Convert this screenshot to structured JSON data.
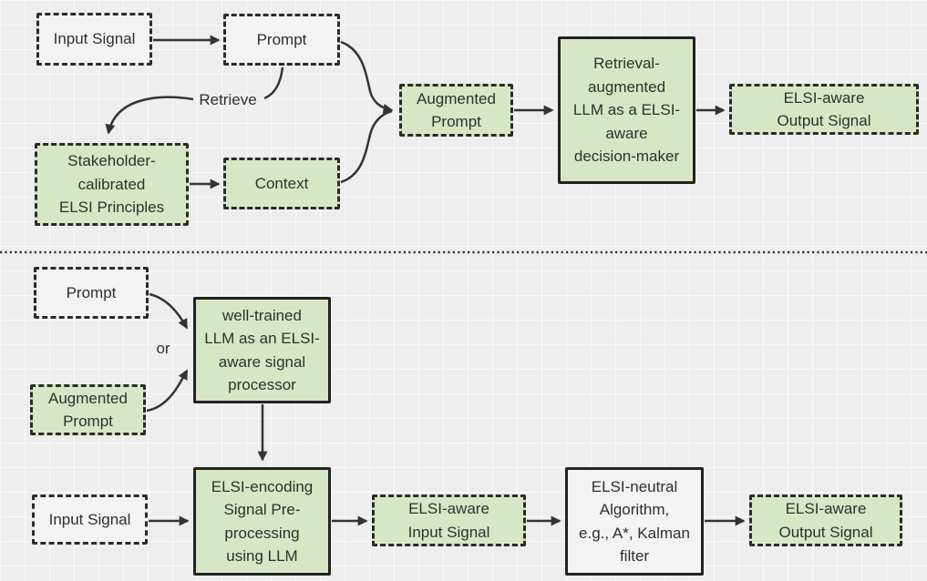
{
  "style": {
    "background": "#eeeeee",
    "grid_line": "rgba(255,255,255,0.65)",
    "node_green_fill": "#d7e7c6",
    "node_light_fill": "#f3f3f3",
    "border_color": "#2b2b2b",
    "arrow_color": "#333333",
    "text_color": "#2f2f2f"
  },
  "top_flow": {
    "input_signal": "Input Signal",
    "prompt": "Prompt",
    "retrieve_edge_label": "Retrieve",
    "stakeholder_principles": "Stakeholder-\ncalibrated\nELSI Principles",
    "context": "Context",
    "augmented_prompt": "Augmented\nPrompt",
    "rag_llm": "Retrieval-\naugmented\nLLM as a ELSI-\naware\ndecision-maker",
    "output_signal": "ELSI-aware\nOutput Signal"
  },
  "bottom_flow": {
    "prompt": "Prompt",
    "or_edge_label": "or",
    "augmented_prompt": "Augmented\nPrompt",
    "well_trained_llm": "well-trained\nLLM as an ELSI-\naware signal\nprocessor",
    "input_signal": "Input Signal",
    "elsi_encoding": "ELSI-encoding\nSignal Pre-\nprocessing\nusing LLM",
    "elsi_aware_input": "ELSI-aware\nInput Signal",
    "elsi_neutral_algorithm": "ELSI-neutral\nAlgorithm,\ne.g., A*, Kalman\nfilter",
    "output_signal": "ELSI-aware\nOutput Signal"
  }
}
